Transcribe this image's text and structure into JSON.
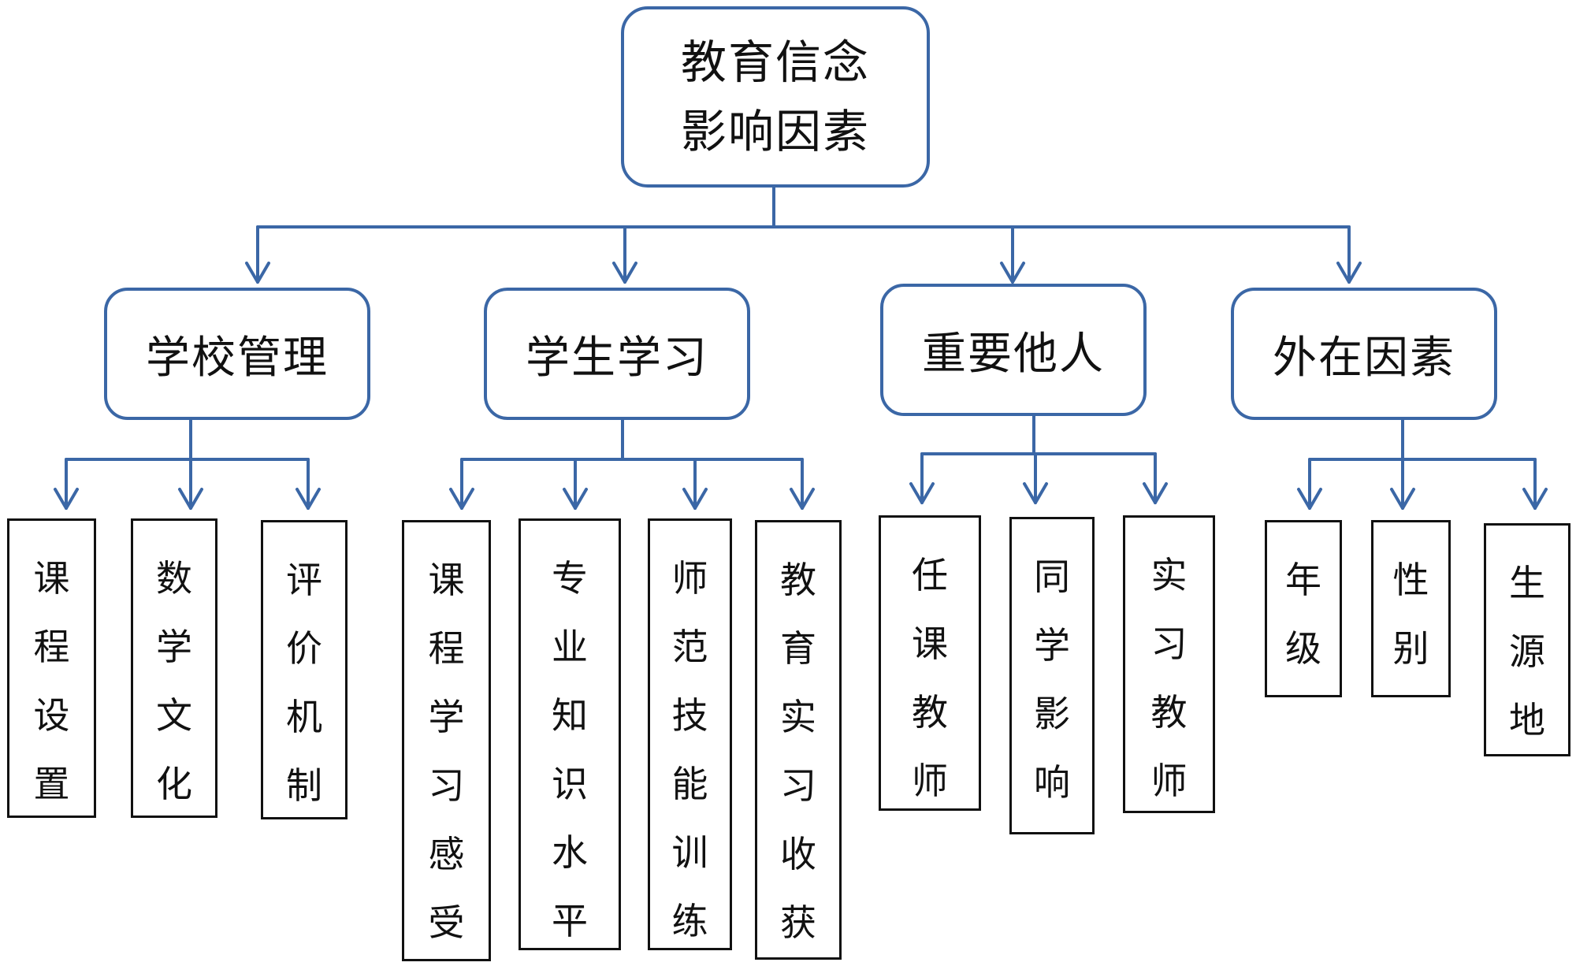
{
  "root": {
    "line1": "教育信念",
    "line2": "影响因素"
  },
  "categories": [
    {
      "label": "学校管理",
      "children": [
        "课程设置",
        "数学文化",
        "评价机制"
      ]
    },
    {
      "label": "学生学习",
      "children": [
        "课程学习感受",
        "专业知识水平",
        "师范技能训练",
        "教育实习收获"
      ]
    },
    {
      "label": "重要他人",
      "children": [
        "任课教师",
        "同学影响",
        "实习教师"
      ]
    },
    {
      "label": "外在因素",
      "children": [
        "年级",
        "性别",
        "生源地"
      ]
    }
  ],
  "colors": {
    "connector": "#3b67a6",
    "box_border": "#3b67a6",
    "leaf_border": "#111111"
  }
}
